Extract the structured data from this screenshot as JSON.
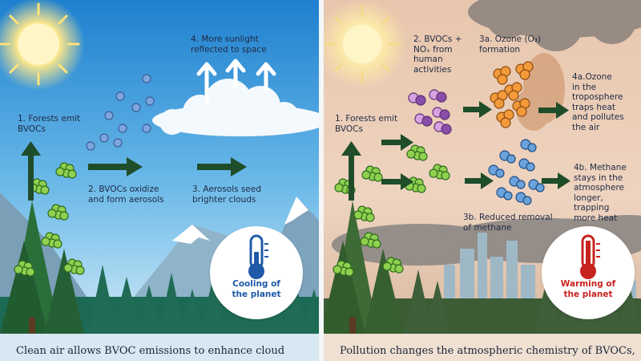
{
  "left_panel": {
    "step1": "1. Forests emit\nBVOCs",
    "step2": "2. BVOCs oxidize\nand form aerosols",
    "step3": "3. Aerosols seed\nbrighter clouds",
    "step4": "4. More sunlight\nreflected to space",
    "badge": "Cooling of\nthe planet",
    "caption": "Clean air allows BVOC emissions to enhance cloud"
  },
  "right_panel": {
    "step1": "1. Forests emit\nBVOCs",
    "step2": "2. BVOCs +\nNOₓ from\nhuman\nactivities",
    "step3a": "3a. Ozone (O₃)\nformation",
    "step3b": "3b. Reduced removal\nof methane",
    "step4a": "4a.Ozone\nin the\ntroposphere\ntraps heat\nand pollutes\nthe air",
    "step4b": "4b. Methane\nstays in the\natmosphere\nlonger,\ntrapping\nmore heat",
    "badge": "Warming of\nthe planet",
    "caption": "Pollution changes the atmospheric chemistry of BVOCs,"
  },
  "icons": [
    "sun-icon",
    "cloud-icon",
    "arrow-icon",
    "thermometer-icon",
    "molecule-icon"
  ],
  "colors": {
    "sky_clean": "#2f8fd6",
    "sky_polluted": "#e7c3a8",
    "arrow": "#1f4d2a",
    "cooling": "#1f5aa8",
    "warming": "#c7231f",
    "bvoc": "#7cc142",
    "ozone": "#f08a24",
    "methane": "#4a86c8",
    "nox": "#c58ad6"
  }
}
